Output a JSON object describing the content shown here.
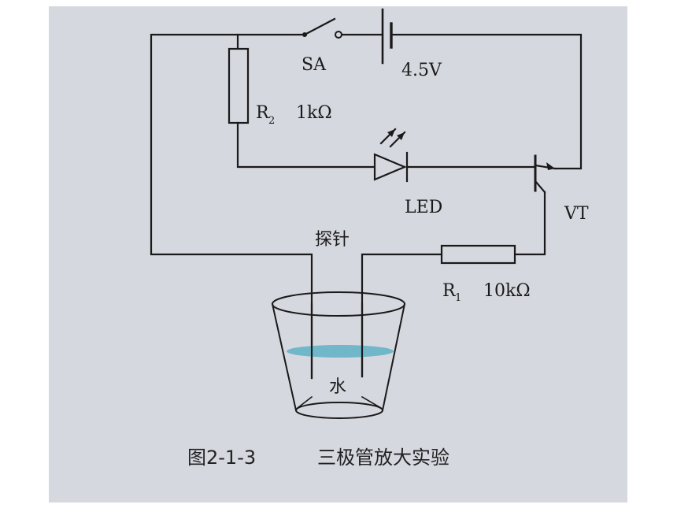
{
  "switch": {
    "label": "SA"
  },
  "battery": {
    "value": "4.5V"
  },
  "r2": {
    "letter": "R",
    "sub": "2",
    "value": "1kΩ"
  },
  "led": {
    "label": "LED"
  },
  "transistor": {
    "label": "VT"
  },
  "probe": {
    "label": "探针"
  },
  "r1": {
    "letter": "R",
    "sub": "1",
    "value": "10kΩ"
  },
  "cup": {
    "label": "水"
  },
  "caption": {
    "figure": "图2-1-3",
    "title": "三极管放大实验"
  },
  "colors": {
    "water": "#6fb7c9",
    "paper": "#d6d8df",
    "ink": "#1a1a1a"
  }
}
